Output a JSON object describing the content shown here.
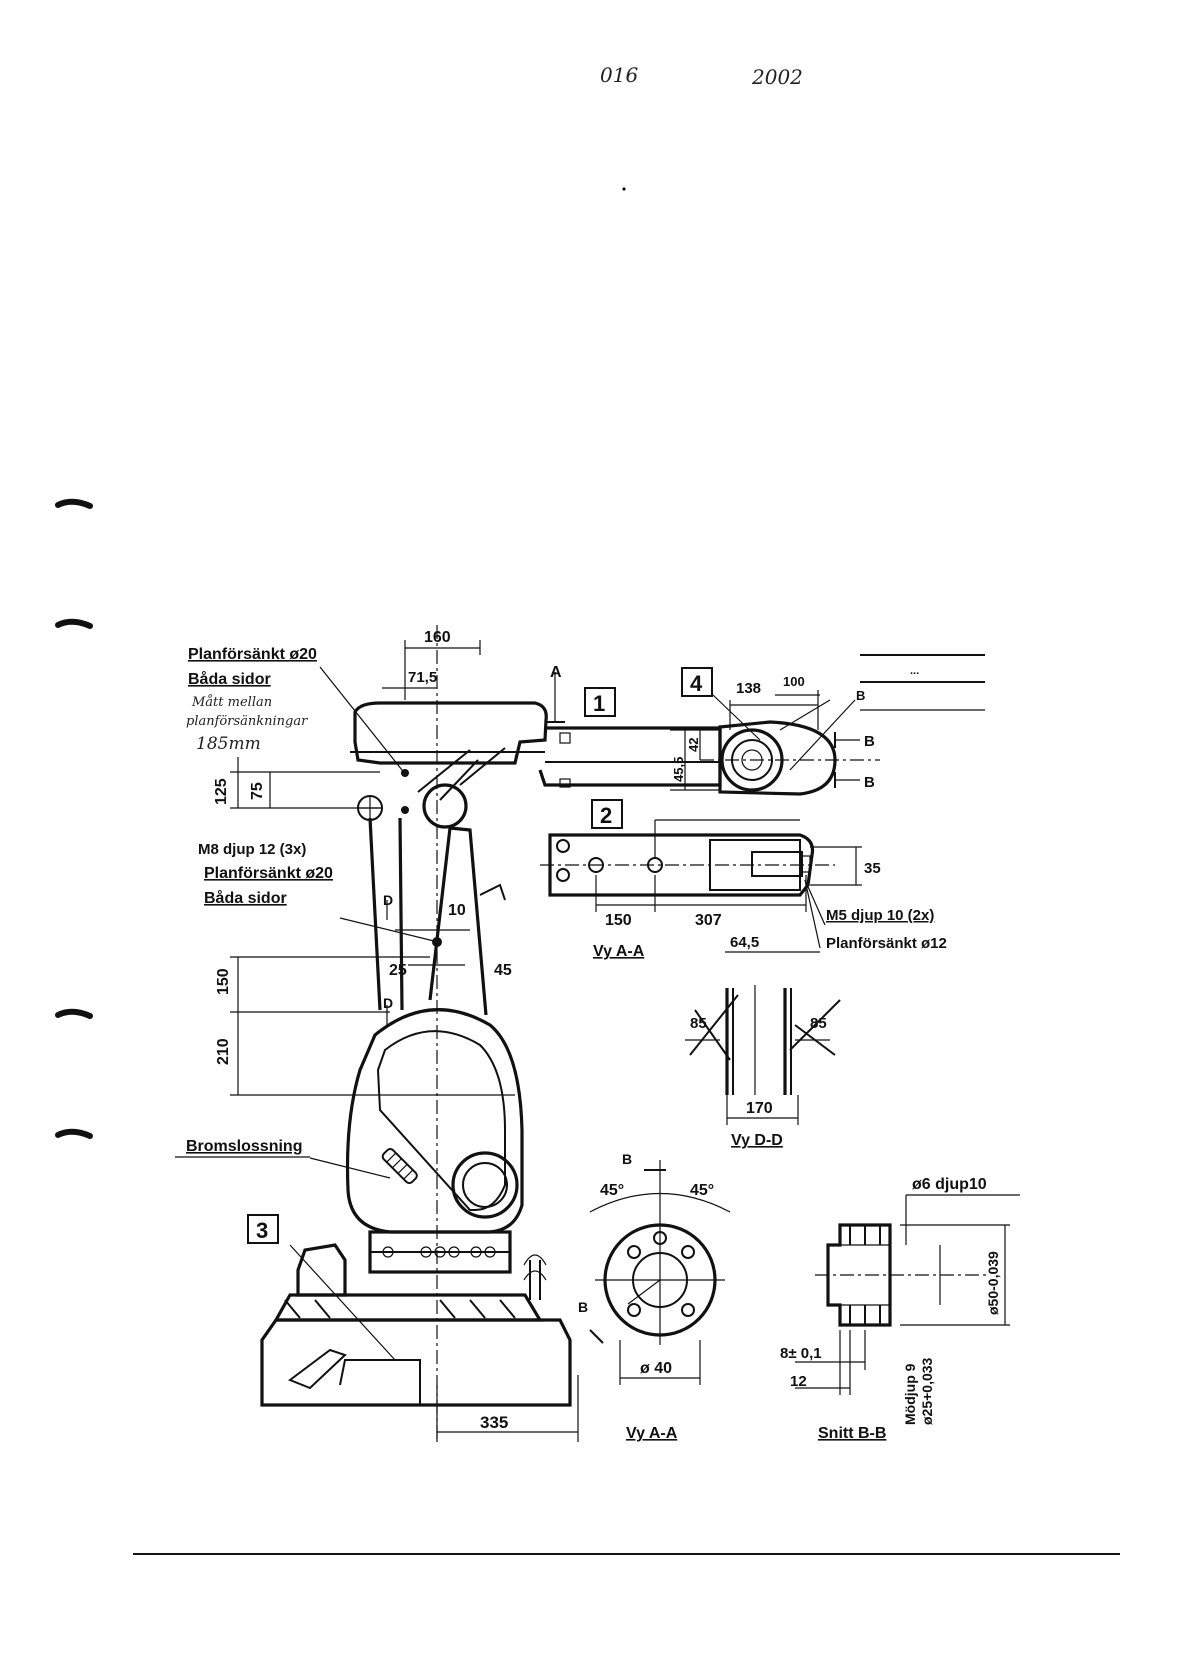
{
  "header": {
    "handwritten_left": "016",
    "handwritten_right": "2002"
  },
  "callouts": {
    "planfors_top": "Planförsänkt ø20",
    "bada_sidor_top": "Båda sidor",
    "note_line1": "Mått mellan",
    "note_line2": "planförsänkningar",
    "note_line3": "185mm",
    "m8": "M8 djup 12 (3x)",
    "planfors_mid": "Planförsänkt ø20",
    "bada_sidor_mid": "Båda sidor",
    "bromslossning": "Bromslossning",
    "m5": "M5 djup 10 (2x)",
    "planfors_12": "Planförsänkt ø12",
    "phi6": "ø6 djup10",
    "modjup": "Mödjup 9"
  },
  "boxes": [
    "1",
    "2",
    "3",
    "4"
  ],
  "section_letters": {
    "a": "A",
    "b": "B",
    "d": "D"
  },
  "dimensions": {
    "d160": "160",
    "d71_5": "71,5",
    "d125": "125",
    "d75": "75",
    "d10": "10",
    "d25": "25",
    "d45": "45",
    "d150_side": "150",
    "d210": "210",
    "d335": "335",
    "d138": "138",
    "d100": "100",
    "d42": "42",
    "d45_5": "45,5",
    "d150_view": "150",
    "d307": "307",
    "d35": "35",
    "d64_5": "64,5",
    "d85_left": "85",
    "d85_right": "85",
    "d170": "170",
    "deg_left": "45°",
    "deg_right": "45°",
    "phi40": "ø 40",
    "d8": "8± 0,1",
    "d12": "12",
    "phi50": "ø50-0,039",
    "phi25": "ø25+0,033"
  },
  "view_titles": {
    "vy_aa_top": "Vy  A-A",
    "vy_dd": "Vy D-D",
    "vy_aa_bottom": "Vy A-A",
    "snitt_bb": "Snitt B-B"
  },
  "legend_table": [
    "..."
  ]
}
